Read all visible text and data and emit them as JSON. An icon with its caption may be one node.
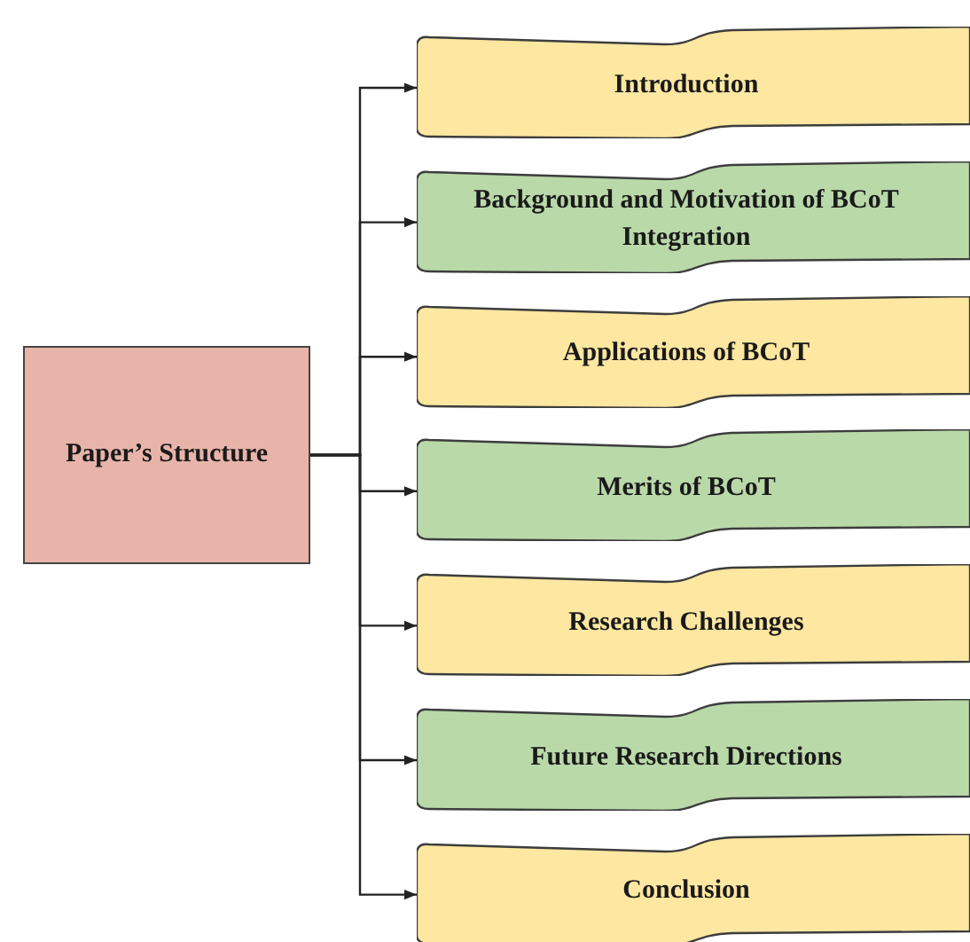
{
  "diagram": {
    "nodes": [
      {
        "text": [
          "Paper’s Structure"
        ]
      },
      {
        "text": [
          "Introduction"
        ]
      },
      {
        "text": [
          "Background and Motivation of BCoT Integration"
        ]
      },
      {
        "text": [
          "Applications of BCoT"
        ]
      },
      {
        "text": [
          "Merits of BCoT"
        ]
      },
      {
        "text": [
          "Research Challenges"
        ]
      },
      {
        "text": [
          "Future Research Directions"
        ]
      },
      {
        "text": [
          "Conclusion"
        ]
      }
    ],
    "edges": [
      {
        "from": 0,
        "to": 1,
        "arrow": "to"
      },
      {
        "from": 0,
        "to": 2,
        "arrow": "to"
      },
      {
        "from": 0,
        "to": 3,
        "arrow": "to"
      },
      {
        "from": 0,
        "to": 4,
        "arrow": "to"
      },
      {
        "from": 0,
        "to": 5,
        "arrow": "to"
      },
      {
        "from": 0,
        "to": 6,
        "arrow": "to"
      },
      {
        "from": 0,
        "to": 7,
        "arrow": "to"
      }
    ]
  }
}
